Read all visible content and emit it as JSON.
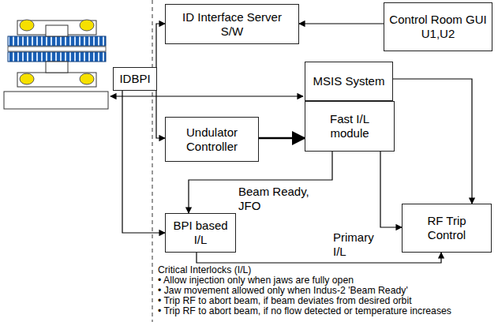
{
  "diagram": {
    "nodes": [
      {
        "text": [
          "IDBPI"
        ]
      },
      {
        "text": [
          "ID Interface Server S/W"
        ]
      },
      {
        "text": [
          "Control Room GUI U1,U2"
        ]
      },
      {
        "text": [
          "MSIS System"
        ]
      },
      {
        "text": [
          "Fast I/L module"
        ]
      },
      {
        "text": [
          "Undulator Controller"
        ]
      },
      {
        "text": [
          "BPI based I/L"
        ]
      },
      {
        "text": [
          "RF Trip Control"
        ]
      }
    ],
    "edges": [
      {
        "from": 2,
        "to": 1,
        "arrow": "to"
      },
      {
        "from": 1,
        "to": 5,
        "arrow": "both"
      },
      {
        "from": 5,
        "to": 4,
        "arrow": "to"
      },
      {
        "from": 0,
        "to": 6,
        "arrow": "to"
      },
      {
        "from": 4,
        "to": 6,
        "label": "Beam Ready, JFO",
        "arrow": "to"
      },
      {
        "from": 4,
        "to": 7,
        "arrow": "to"
      },
      {
        "from": 3,
        "to": 7,
        "arrow": "to"
      },
      {
        "from": 6,
        "to": 7,
        "label": "Primary I/L",
        "arrow": "to"
      }
    ],
    "labels": [
      "Critical Interlocks (I/L)",
      "• Allow injection only when jaws are fully open",
      "• Jaw movement allowed only when Indus-2 'Beam Ready'",
      "• Trip RF to abort beam, if beam deviates from desired orbit",
      "• Trip RF to abort beam, if no flow detected or temperature increases"
    ]
  }
}
